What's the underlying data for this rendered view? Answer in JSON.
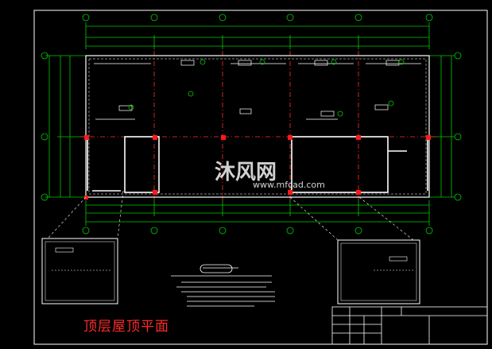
{
  "drawing": {
    "caption": "顶层屋顶平面",
    "watermark": {
      "name": "沐风网",
      "url": "www.mfcad.com"
    },
    "colors": {
      "background": "#000000",
      "frame": "#ffffff",
      "grid_dim": "#00cc00",
      "axis": "#ff3030",
      "wall": "#ffffff",
      "column": "#ff1a1a",
      "annotation": "#ffffff",
      "caption": "#ff2a2a"
    }
  }
}
